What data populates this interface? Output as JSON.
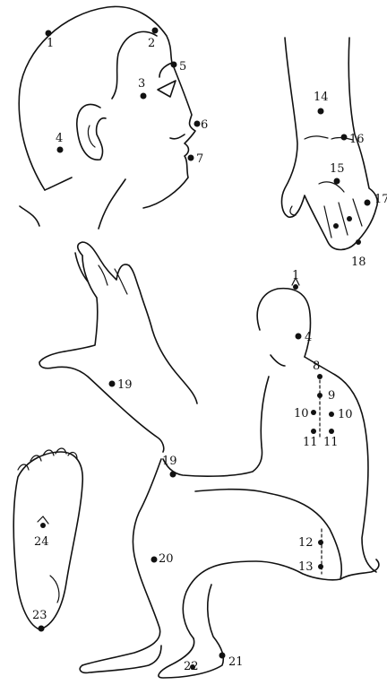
{
  "points": [
    {
      "id": "p1-head",
      "label": "1"
    },
    {
      "id": "p2-head",
      "label": "2"
    },
    {
      "id": "p3-temple",
      "label": "3"
    },
    {
      "id": "p4-head",
      "label": "4"
    },
    {
      "id": "p5-nose-root",
      "label": "5"
    },
    {
      "id": "p6-philtrum",
      "label": "6"
    },
    {
      "id": "p7-chin",
      "label": "7"
    },
    {
      "id": "p14-forearm",
      "label": "14"
    },
    {
      "id": "p16-wrist",
      "label": "16"
    },
    {
      "id": "p15-palm",
      "label": "15"
    },
    {
      "id": "p17-finger",
      "label": "17"
    },
    {
      "id": "p18-finger",
      "label": "18"
    },
    {
      "id": "p19-hand",
      "label": "19"
    },
    {
      "id": "p1-body",
      "label": "1"
    },
    {
      "id": "p4-body",
      "label": "4"
    },
    {
      "id": "p8-back",
      "label": "8"
    },
    {
      "id": "p9-back",
      "label": "9"
    },
    {
      "id": "p10-left",
      "label": "10"
    },
    {
      "id": "p10-right",
      "label": "10"
    },
    {
      "id": "p11-left",
      "label": "11"
    },
    {
      "id": "p11-right",
      "label": "11"
    },
    {
      "id": "p19-body",
      "label": "19"
    },
    {
      "id": "p20-knee",
      "label": "20"
    },
    {
      "id": "p12-back",
      "label": "12"
    },
    {
      "id": "p13-back",
      "label": "13"
    },
    {
      "id": "p21-ankle",
      "label": "21"
    },
    {
      "id": "p22-toe",
      "label": "22"
    },
    {
      "id": "p24-sole",
      "label": "24"
    },
    {
      "id": "p23-heel",
      "label": "23"
    }
  ]
}
